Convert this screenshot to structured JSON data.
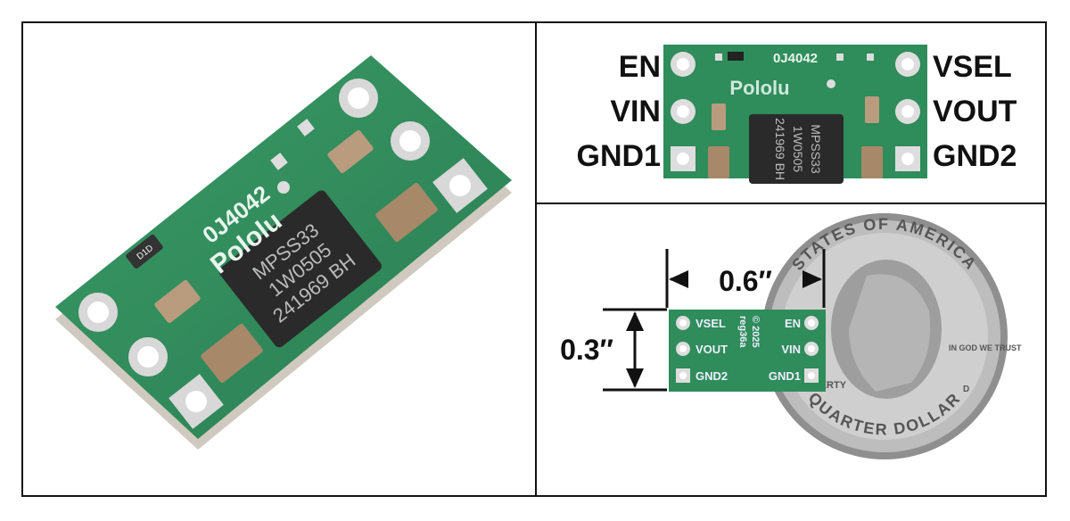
{
  "board": {
    "part_code": "0J4042",
    "brand": "Pololu",
    "ic_line1": "MPSS33",
    "ic_line2": "1W0505",
    "ic_line3": "241969 BH",
    "diode_mark": "D1D"
  },
  "pins": {
    "left": [
      "EN",
      "VIN",
      "GND1"
    ],
    "right": [
      "VSEL",
      "VOUT",
      "GND2"
    ]
  },
  "back_side": {
    "left": [
      "VSEL",
      "VOUT",
      "GND2"
    ],
    "right": [
      "EN",
      "VIN",
      "GND1"
    ],
    "year": "© 2025",
    "rev": "reg36a"
  },
  "dimensions": {
    "width": "0.6″",
    "height": "0.3″"
  },
  "coin": {
    "top_text": "STATES OF AMERICA",
    "bottom_text": "QUARTER DOLLAR",
    "motto": "IN GOD WE TRUST",
    "liberty": "LIBERTY",
    "mint": "D"
  },
  "colors": {
    "pcb": "#2e8a5a",
    "pcb_light": "#3fa06c",
    "silk": "#e8f4ee",
    "ic": "#2a2a2a"
  }
}
